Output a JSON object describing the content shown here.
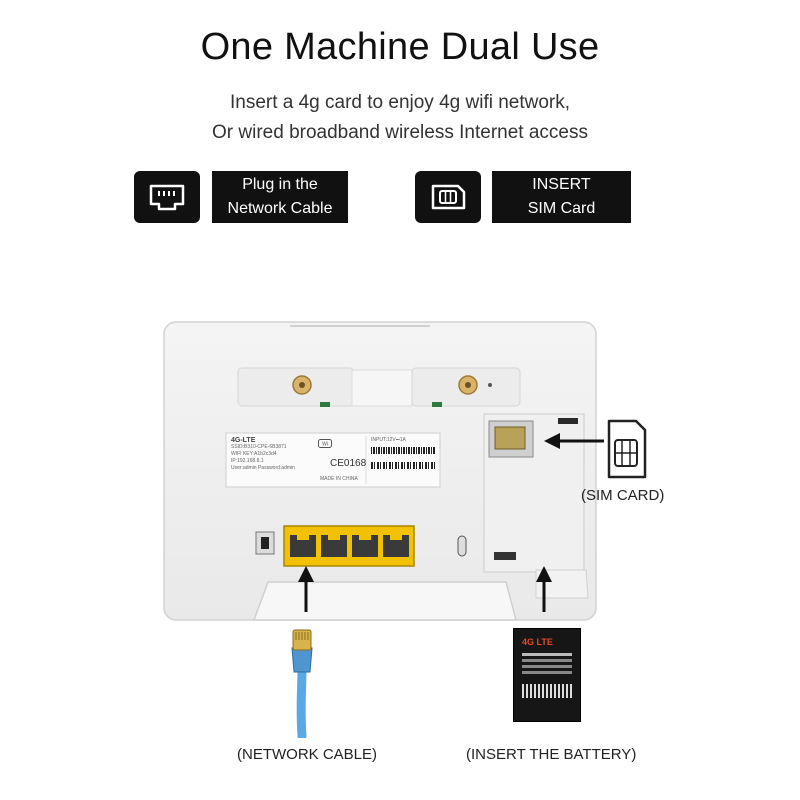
{
  "header": {
    "title": "One Machine Dual Use",
    "subtitle_line1": "Insert a 4g card  to enjoy 4g wifi network,",
    "subtitle_line2": "Or wired broadband wireless Internet access"
  },
  "features": {
    "cable": {
      "icon": "ethernet-port-icon",
      "line1": "Plug in the",
      "line2": "Network Cable"
    },
    "sim": {
      "icon": "sim-card-icon",
      "line1": "INSERT",
      "line2": "SIM Card"
    }
  },
  "router_label": {
    "model": "4G-LTE",
    "ce_mark": "CE0168",
    "origin": "MADE IN CHINA",
    "input": "INPUT:12V⎓1A",
    "info_lines": [
      "SSID:B310-CPE-6B3871",
      "WIFI KEY:A1b2c3d4",
      "IP:192.168.8.1",
      "User:admin  Password:admin"
    ]
  },
  "callouts": {
    "sim": "(SIM CARD)",
    "network": "(NETWORK CABLE)",
    "battery": "(INSERT THE BATTERY)"
  },
  "battery": {
    "brand": "4G LTE"
  },
  "colors": {
    "panel": "#111111",
    "port": "#f2c200",
    "cable": "#5aa9e6"
  }
}
